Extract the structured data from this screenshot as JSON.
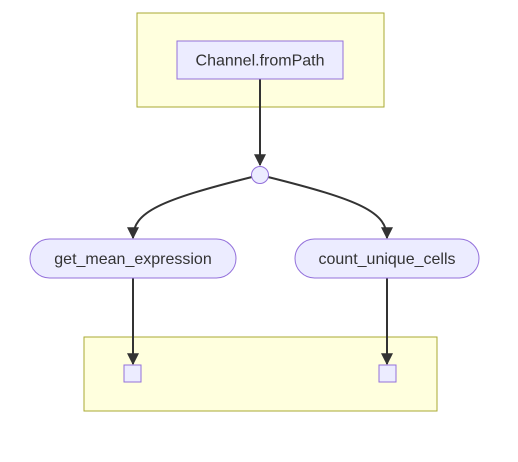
{
  "diagram": {
    "type": "flowchart",
    "colors": {
      "cluster_fill": "#ffffde",
      "cluster_border": "#aaaa33",
      "node_fill": "#ececff",
      "node_border": "#9370db",
      "edge": "#333333",
      "text": "#333333"
    },
    "nodes": {
      "source": {
        "label": "Channel.fromPath",
        "shape": "rectangle"
      },
      "fork": {
        "label": "",
        "shape": "circle"
      },
      "mean_expression": {
        "label": "get_mean_expression",
        "shape": "stadium"
      },
      "unique_cells": {
        "label": "count_unique_cells",
        "shape": "stadium"
      },
      "output_left": {
        "label": "",
        "shape": "square"
      },
      "output_right": {
        "label": "",
        "shape": "square"
      }
    },
    "edges": [
      {
        "from": "source",
        "to": "fork"
      },
      {
        "from": "fork",
        "to": "mean_expression"
      },
      {
        "from": "fork",
        "to": "unique_cells"
      },
      {
        "from": "mean_expression",
        "to": "output_left"
      },
      {
        "from": "unique_cells",
        "to": "output_right"
      }
    ]
  }
}
